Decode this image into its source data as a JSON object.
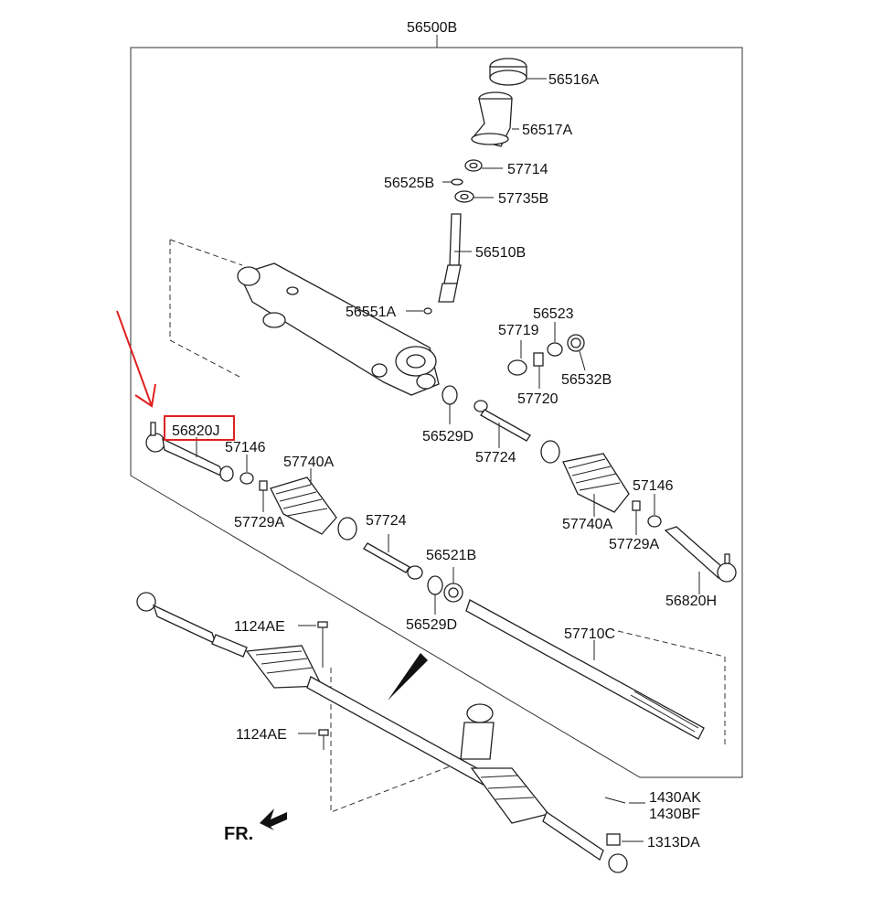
{
  "diagram": {
    "assembly_label": "56500B",
    "highlight_color": "#e02020",
    "parts": [
      {
        "id": "p56516A",
        "label": "56516A"
      },
      {
        "id": "p56517A",
        "label": "56517A"
      },
      {
        "id": "p57714",
        "label": "57714"
      },
      {
        "id": "p56525B",
        "label": "56525B"
      },
      {
        "id": "p57735B",
        "label": "57735B"
      },
      {
        "id": "p56510B",
        "label": "56510B"
      },
      {
        "id": "p56551A",
        "label": "56551A"
      },
      {
        "id": "p56523",
        "label": "56523"
      },
      {
        "id": "p57719",
        "label": "57719"
      },
      {
        "id": "p56532B",
        "label": "56532B"
      },
      {
        "id": "p57720",
        "label": "57720"
      },
      {
        "id": "p56529D_top",
        "label": "56529D"
      },
      {
        "id": "p57724_top",
        "label": "57724"
      },
      {
        "id": "p56820J",
        "label": "56820J"
      },
      {
        "id": "p57146_left",
        "label": "57146"
      },
      {
        "id": "p57740A_left",
        "label": "57740A"
      },
      {
        "id": "p57729A_left",
        "label": "57729A"
      },
      {
        "id": "p57724_mid",
        "label": "57724"
      },
      {
        "id": "p56521B",
        "label": "56521B"
      },
      {
        "id": "p56529D_mid",
        "label": "56529D"
      },
      {
        "id": "p57146_right",
        "label": "57146"
      },
      {
        "id": "p57740A_right",
        "label": "57740A"
      },
      {
        "id": "p57729A_right",
        "label": "57729A"
      },
      {
        "id": "p56820H",
        "label": "56820H"
      },
      {
        "id": "p57710C",
        "label": "57710C"
      },
      {
        "id": "p1124AE_top",
        "label": "1124AE"
      },
      {
        "id": "p1124AE_bottom",
        "label": "1124AE"
      },
      {
        "id": "p1430AK",
        "label": "1430AK"
      },
      {
        "id": "p1430BF",
        "label": "1430BF"
      },
      {
        "id": "p1313DA",
        "label": "1313DA"
      }
    ],
    "direction_label": "FR."
  }
}
